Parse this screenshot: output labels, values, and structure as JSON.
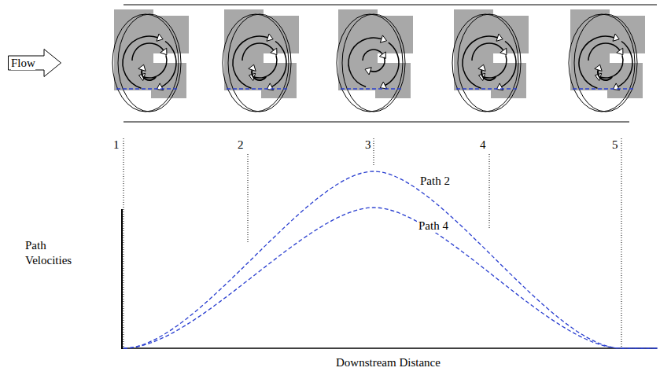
{
  "diagram": {
    "nodes": [
      {
        "text": [
          "Flow"
        ]
      }
    ],
    "labels": [
      "1",
      "2",
      "3",
      "4",
      "5",
      "Path 2",
      "Path 4",
      "Path Velocities",
      "Downstream Distance"
    ]
  }
}
